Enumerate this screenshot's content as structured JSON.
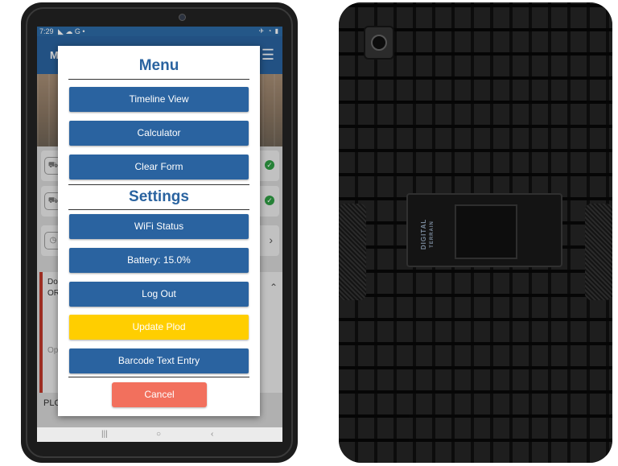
{
  "status_bar": {
    "time": "7:29",
    "icons_text": "◣ ☁ G •",
    "right_icons": "✈ ◔ ▮"
  },
  "app_bar": {
    "title": "M",
    "menu_icon": "hamburger-icon"
  },
  "background_panel": {
    "line1": "Do y",
    "line2": "OR",
    "placeholder": "Op",
    "footer_label": "PLO"
  },
  "menu": {
    "title": "Menu",
    "items": [
      {
        "label": "Timeline View"
      },
      {
        "label": "Calculator"
      },
      {
        "label": "Clear Form"
      }
    ]
  },
  "settings": {
    "title": "Settings",
    "items": [
      {
        "label": "WiFi Status"
      },
      {
        "label": "Battery: 15.0%"
      },
      {
        "label": "Log Out"
      },
      {
        "label": "Update Plod",
        "highlight": true
      },
      {
        "label": "Barcode Text Entry"
      }
    ]
  },
  "cancel_label": "Cancel",
  "case_logo": {
    "brand": "DIGITAL",
    "sub": "TERRAIN"
  },
  "colors": {
    "primary": "#2a63a0",
    "update_yellow": "#ffce00",
    "cancel": "#f2705d",
    "check_green": "#2f9e44"
  }
}
